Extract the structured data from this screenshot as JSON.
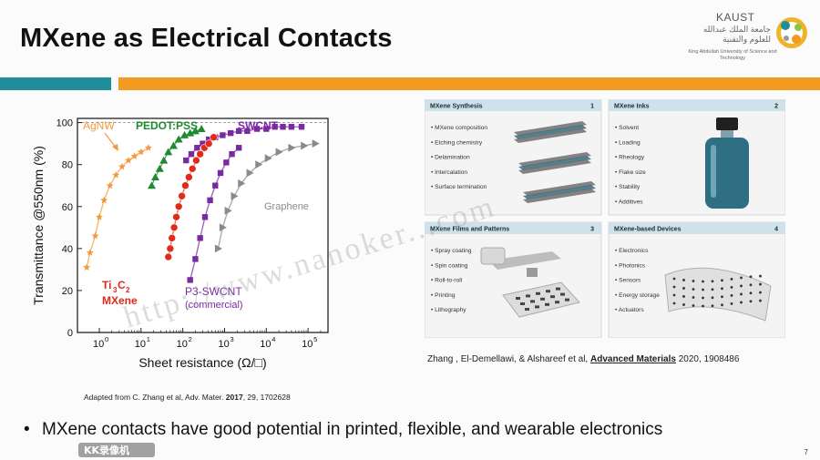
{
  "slide": {
    "title": "MXene as Electrical Contacts",
    "page_number": "7",
    "bullet": "MXene contacts have good potential in printed, flexible, and wearable electronics",
    "bullet_symbol": "•"
  },
  "logo": {
    "name": "KAUST",
    "arabic": "جامعة الملك عبدالله للعلوم والتقنية",
    "english": "King Abdullah University of Science and Technology"
  },
  "left_caption": {
    "prefix": "Adapted from C. Zhang et al, Adv. Mater. ",
    "year": "2017",
    "suffix": ", 29, 1702628"
  },
  "right_caption": {
    "prefix": "Zhang , El-Demellawi, & Alshareef et al, ",
    "journal": "Advanced Materials",
    "suffix": " 2020, 1908486"
  },
  "watermark": "http://www.nanoker...com",
  "recorder": "KK录像机",
  "colors": {
    "teal": "#1f8d9a",
    "orange": "#f39a20",
    "agnw": "#f39a40",
    "pedot": "#1f8a30",
    "swcnt": "#7a2aa0",
    "mxene": "#e02a1a",
    "graphene": "#8a8a8a"
  },
  "chart_data": {
    "type": "scatter",
    "xlabel": "Sheet resistance (Ω/□)",
    "ylabel": "Transmittance @550nm (%)",
    "xscale": "log",
    "xlim": [
      0.3,
      300000
    ],
    "ylim": [
      0,
      102
    ],
    "xticks": [
      1,
      10,
      100,
      1000,
      10000,
      100000
    ],
    "xtick_labels": [
      "10",
      "10",
      "10",
      "10",
      "10",
      "10"
    ],
    "xtick_exponents": [
      "0",
      "1",
      "2",
      "3",
      "4",
      "5"
    ],
    "yticks": [
      0,
      20,
      40,
      60,
      80,
      100
    ],
    "ytick_labels": [
      "0",
      "20",
      "40",
      "60",
      "80",
      "100"
    ],
    "reference_line": 100,
    "labels": {
      "agnw": "AgNW",
      "pedot": "PEDOT:PSS",
      "swcnt": "SWCNT",
      "graphene": "Graphene",
      "mxene_1": "Ti",
      "mxene_sub_3": "3",
      "mxene_c": "C",
      "mxene_sub_2": "2",
      "mxene_2": "MXene",
      "p3": "P3-SWCNT",
      "commercial": "(commercial)"
    },
    "series": [
      {
        "name": "AgNW",
        "marker": "star",
        "x": [
          0.5,
          0.6,
          0.8,
          1,
          1.3,
          1.8,
          2.5,
          3.5,
          5,
          7,
          10,
          15
        ],
        "y": [
          31,
          38,
          46,
          55,
          63,
          70,
          75,
          79,
          82,
          84,
          86,
          88
        ]
      },
      {
        "name": "PEDOT:PSS",
        "marker": "triangle",
        "x": [
          18,
          22,
          28,
          35,
          45,
          60,
          80,
          110,
          150,
          200,
          280
        ],
        "y": [
          70,
          74,
          78,
          82,
          86,
          89,
          92,
          94,
          95,
          96,
          97
        ]
      },
      {
        "name": "SWCNT",
        "marker": "square",
        "x": [
          120,
          160,
          220,
          300,
          420,
          600,
          900,
          1400,
          2200,
          3500,
          6000,
          10000,
          16000,
          25000,
          40000,
          70000
        ],
        "y": [
          82,
          85,
          88,
          90,
          92,
          93,
          94,
          95,
          96,
          96,
          97,
          97,
          98,
          98,
          98,
          98
        ]
      },
      {
        "name": "MXene",
        "marker": "circle",
        "x": [
          45,
          50,
          55,
          62,
          70,
          80,
          95,
          115,
          140,
          170,
          210,
          260,
          330,
          420,
          550
        ],
        "y": [
          36,
          40,
          45,
          50,
          55,
          60,
          65,
          70,
          74,
          78,
          82,
          85,
          88,
          90,
          93
        ]
      },
      {
        "name": "P3-SWCNT",
        "marker": "square",
        "x": [
          150,
          200,
          260,
          340,
          450,
          600,
          800,
          1100,
          1500,
          2200
        ],
        "y": [
          25,
          35,
          45,
          55,
          63,
          70,
          76,
          81,
          85,
          88
        ]
      },
      {
        "name": "Graphene",
        "marker": "triangle-right",
        "x": [
          700,
          900,
          1200,
          1700,
          2500,
          4000,
          6500,
          11000,
          20000,
          40000,
          80000,
          150000
        ],
        "y": [
          40,
          50,
          58,
          65,
          71,
          76,
          80,
          83,
          86,
          88,
          89,
          90
        ]
      }
    ]
  },
  "panels": [
    {
      "title": "MXene Synthesis",
      "num": "1",
      "items": [
        "MXene composition",
        "Etching chemistry",
        "Delamination",
        "Intercalation",
        "Surface termination"
      ]
    },
    {
      "title": "MXene Inks",
      "num": "2",
      "items": [
        "Solvent",
        "Loading",
        "Rheology",
        "Flake size",
        "Stability",
        "Additives"
      ]
    },
    {
      "title": "MXene Films and Patterns",
      "num": "3",
      "items": [
        "Spray coating",
        "Spin coating",
        "Roll-to-roll",
        "Printing",
        "Lithography"
      ]
    },
    {
      "title": "MXene-based Devices",
      "num": "4",
      "items": [
        "Electronics",
        "Photonics",
        "Sensors",
        "Energy storage",
        "Actuators"
      ]
    }
  ]
}
